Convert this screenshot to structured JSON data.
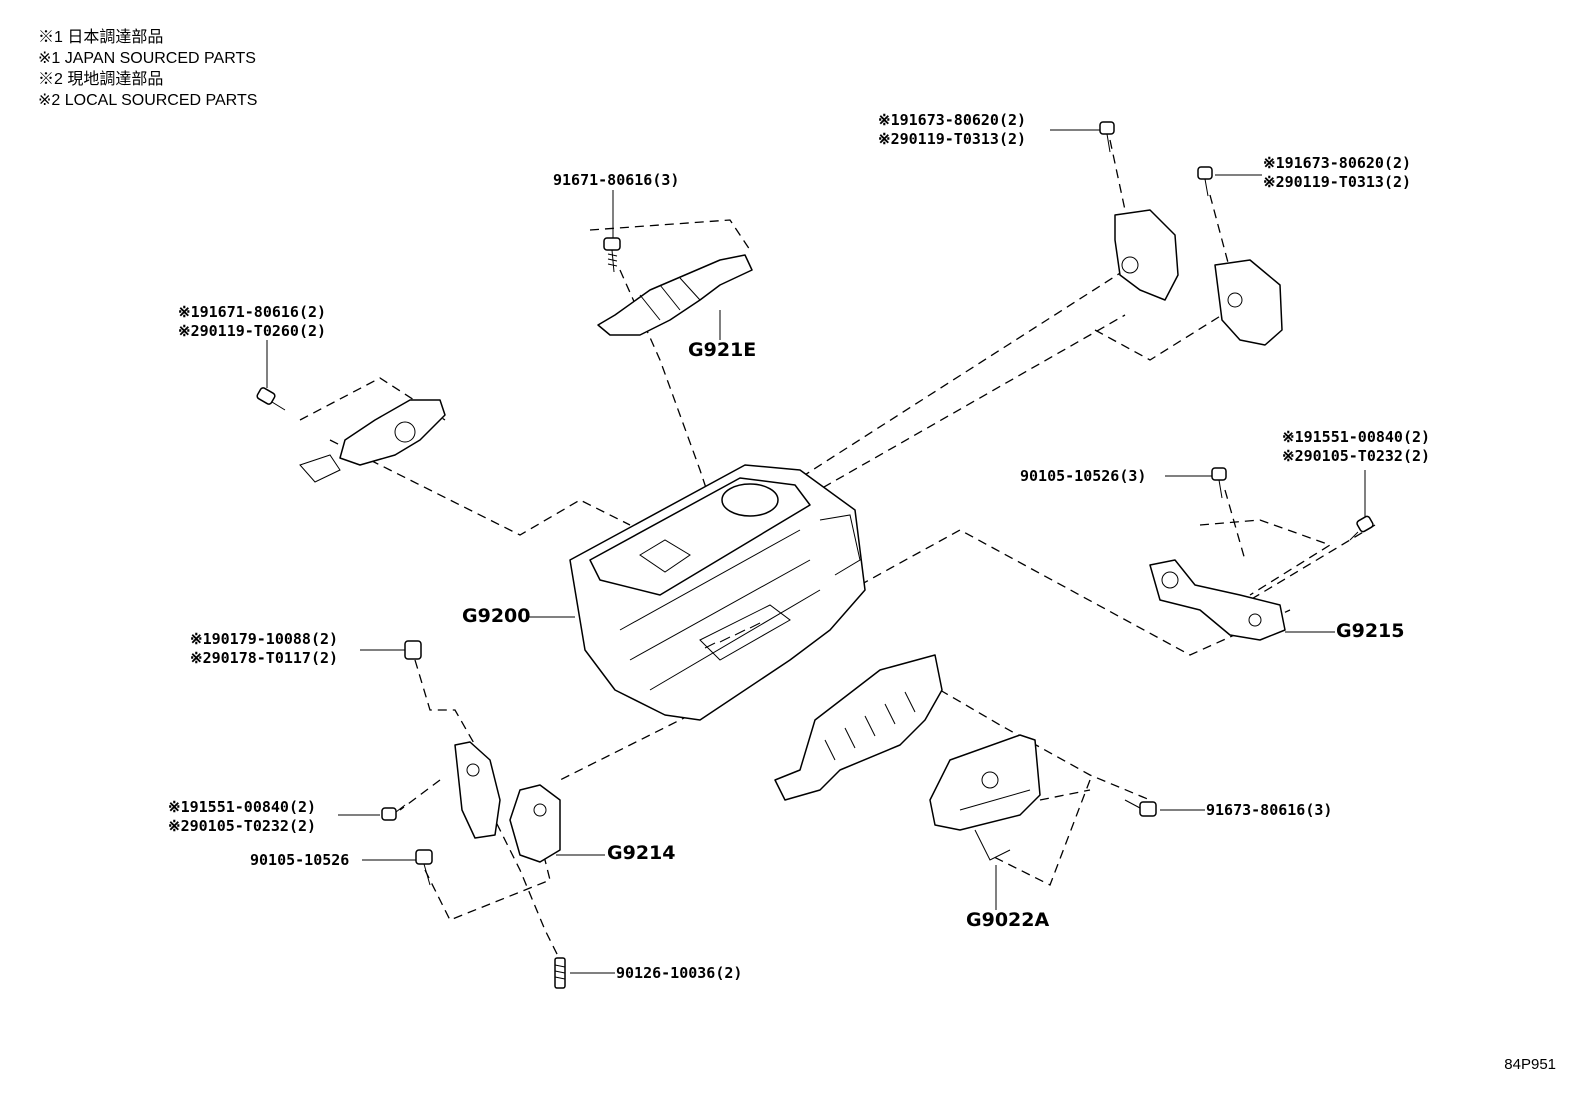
{
  "legend": [
    "※1 日本調達部品",
    "※1 JAPAN SOURCED PARTS",
    "※2 現地調達部品",
    "※2 LOCAL SOURCED PARTS"
  ],
  "callouts": {
    "c1": [
      "91671-80616(3)"
    ],
    "c2": [
      "※191673-80620(2)",
      "※290119-T0313(2)"
    ],
    "c3": [
      "※191673-80620(2)",
      "※290119-T0313(2)"
    ],
    "c4": [
      "※191671-80616(2)",
      "※290119-T0260(2)"
    ],
    "c5": [
      "※191551-00840(2)",
      "※290105-T0232(2)"
    ],
    "c6": [
      "90105-10526(3)"
    ],
    "c7": [
      "※190179-10088(2)",
      "※290178-T0117(2)"
    ],
    "c8": [
      "※191551-00840(2)",
      "※290105-T0232(2)"
    ],
    "c9": [
      "90105-10526"
    ],
    "c10": [
      "91673-80616(3)"
    ],
    "c11": [
      "90126-10036(2)"
    ]
  },
  "part_codes": {
    "g921e": "G921E",
    "g9200": "G9200",
    "g9215": "G9215",
    "g9214": "G9214",
    "g9022a": "G9022A"
  },
  "figure_number": "84P951"
}
